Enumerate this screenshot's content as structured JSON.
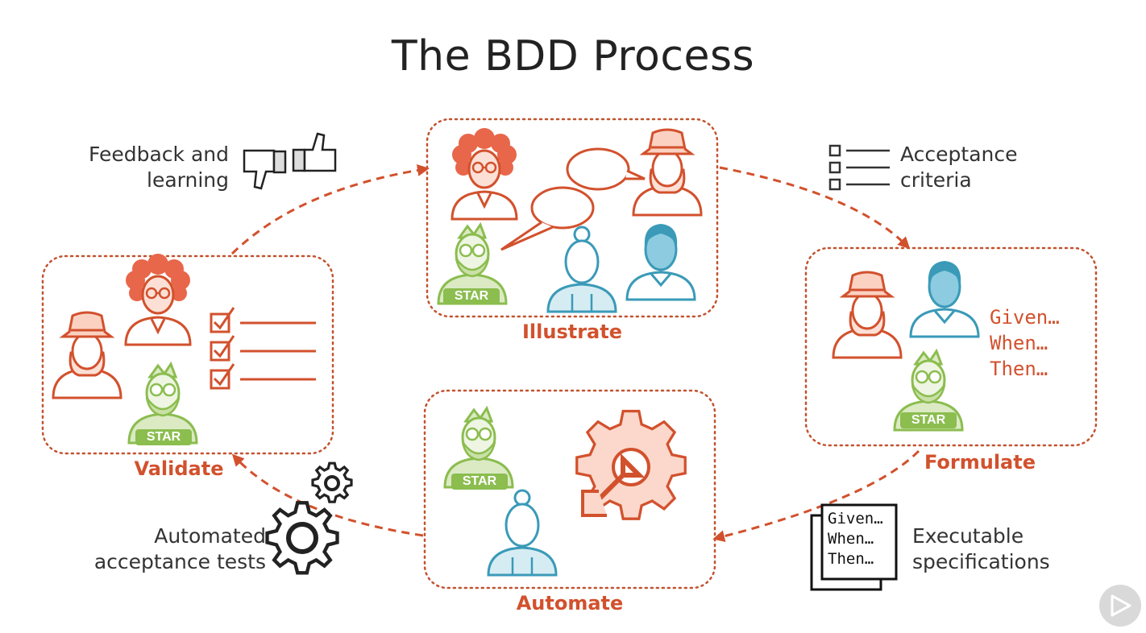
{
  "title": "The BDD Process",
  "stages": {
    "illustrate": "Illustrate",
    "formulate": "Formulate",
    "automate": "Automate",
    "validate": "Validate"
  },
  "notes": {
    "feedback_line1": "Feedback and",
    "feedback_line2": "learning",
    "acceptance_line1": "Acceptance",
    "acceptance_line2": "criteria",
    "executable_line1": "Executable",
    "executable_line2": "specifications",
    "automated_line1": "Automated",
    "automated_line2": "acceptance tests"
  },
  "gherkin": {
    "given": "Given…",
    "when": "When…",
    "then": "Then…"
  },
  "badge_text": "STAR",
  "colors": {
    "accent": "#d2512d",
    "green": "#8bbd4f",
    "teal": "#3a9ab8",
    "text": "#333333"
  },
  "icons": [
    "thumbs-down-icon",
    "thumbs-up-icon",
    "checklist-icon",
    "gear-icon",
    "document-icon",
    "play-icon"
  ]
}
